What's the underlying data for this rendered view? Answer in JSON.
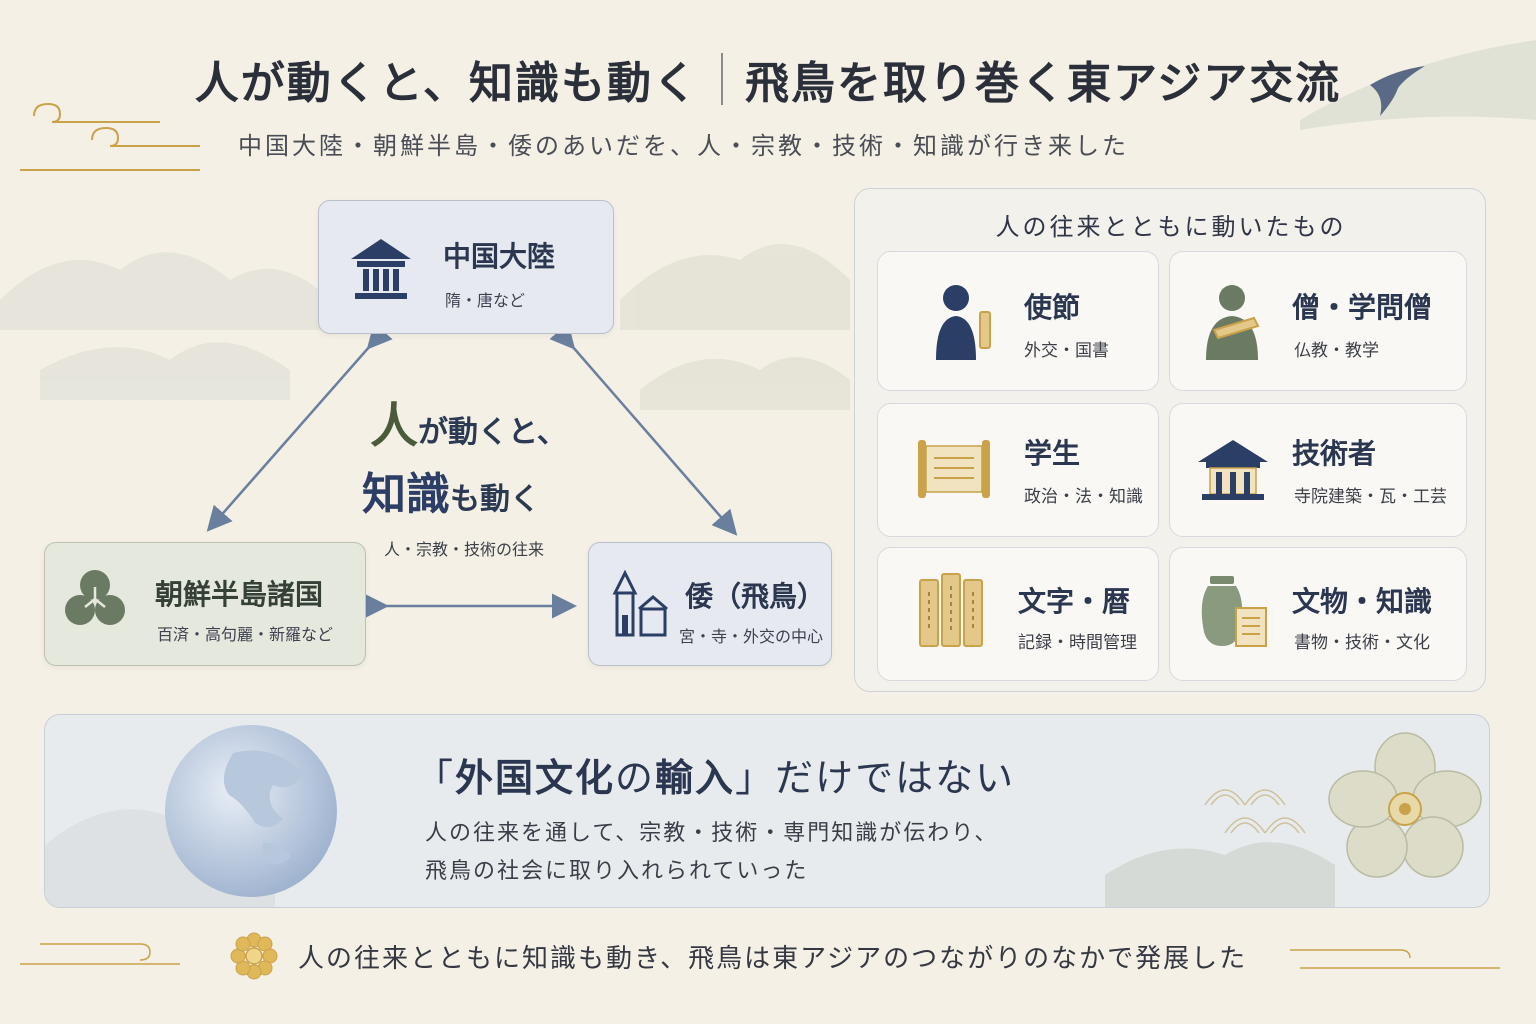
{
  "header": {
    "title_left": "人が動くと、知識も動く",
    "title_right": "飛鳥を取り巻く東アジア交流",
    "subtitle": "中国大陸・朝鮮半島・倭のあいだを、人・宗教・技術・知識が行き来した"
  },
  "diagram": {
    "china": {
      "title": "中国大陸",
      "sub": "隋・唐など"
    },
    "korea": {
      "title": "朝鮮半島諸国",
      "sub": "百済・高句麗・新羅など"
    },
    "wa": {
      "title": "倭（飛鳥）",
      "sub": "宮・寺・外交の中心"
    },
    "center": {
      "l1_big": "人",
      "l1_rest": "が動くと、",
      "l2_big": "知識",
      "l2_rest": "も動く",
      "sub": "人・宗教・技術の往来"
    }
  },
  "panel": {
    "title": "人の往来とともに動いたもの",
    "cards": [
      {
        "title": "使節",
        "desc": "外交・国書",
        "icon": "envoy-icon"
      },
      {
        "title": "僧・学問僧",
        "desc": "仏教・教学",
        "icon": "monk-icon"
      },
      {
        "title": "学生",
        "desc": "政治・法・知識",
        "icon": "scroll-icon"
      },
      {
        "title": "技術者",
        "desc": "寺院建築・瓦・工芸",
        "icon": "temple-icon"
      },
      {
        "title": "文字・暦",
        "desc": "記録・時間管理",
        "icon": "wooden-tablets-icon"
      },
      {
        "title": "文物・知識",
        "desc": "書物・技術・文化",
        "icon": "jar-document-icon"
      }
    ]
  },
  "banner": {
    "q_open": "「",
    "q_strong": "外国文化",
    "q_no": "の",
    "q_strong2": "輸入",
    "q_close": "」だけではない",
    "line1": "人の往来を通して、宗教・技術・専門知識が伝わり、",
    "line2": "飛鳥の社会に取り入れられていった"
  },
  "footer": {
    "text": "人の往来とともに知識も動き、飛鳥は東アジアのつながりのなかで発展した"
  },
  "colors": {
    "navy": "#2b3e66",
    "sage": "#6b7a63",
    "gold": "#c9a24a",
    "arrow": "#6a7f9e"
  }
}
